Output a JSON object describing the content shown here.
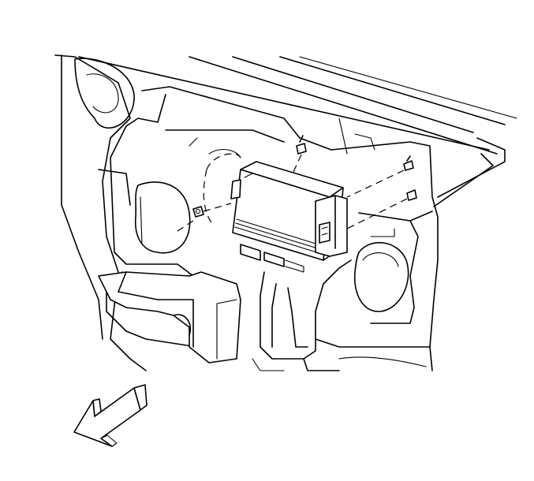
{
  "diagram": {
    "description_visible_text": "",
    "components": [
      {
        "name": "control-module"
      },
      {
        "name": "mounting-bracket"
      },
      {
        "name": "fastener"
      },
      {
        "name": "vehicle-body-panel"
      },
      {
        "name": "direction-arrow"
      }
    ],
    "colors": {
      "line": "#000000",
      "background": "#ffffff"
    }
  }
}
